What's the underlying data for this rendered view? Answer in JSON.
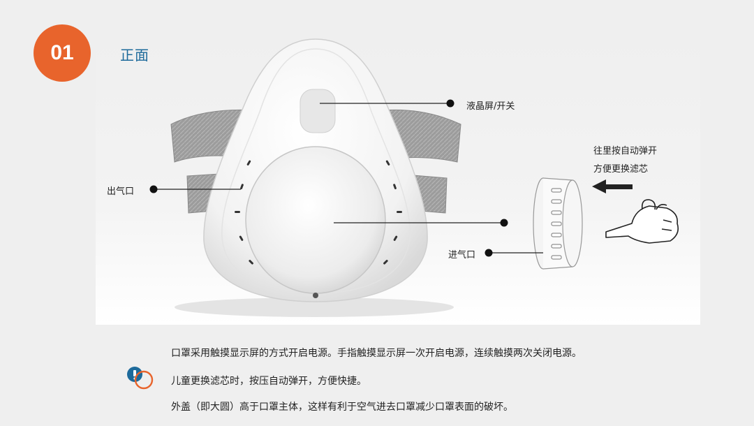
{
  "badge": {
    "number": "01"
  },
  "section_title": "正面",
  "labels": {
    "lcd_switch": "液晶屏/开关",
    "push_line1": "往里按自动弹开",
    "push_line2": "方便更换滤芯",
    "outlet": "出气口",
    "inlet": "进气口"
  },
  "description": {
    "line1": "口罩采用触摸显示屏的方式开启电源。手指触摸显示屏一次开启电源，连续触摸两次关闭电源。",
    "line2": "儿童更换滤芯时，按压自动弹开，方便快捷。",
    "line3": "外盖（即大圆）高于口罩主体，这样有利于空气进去口罩减少口罩表面的破坏。"
  },
  "colors": {
    "accent": "#e8642c",
    "title_blue": "#1d6a9b",
    "icon_blue": "#1d6a9b"
  }
}
